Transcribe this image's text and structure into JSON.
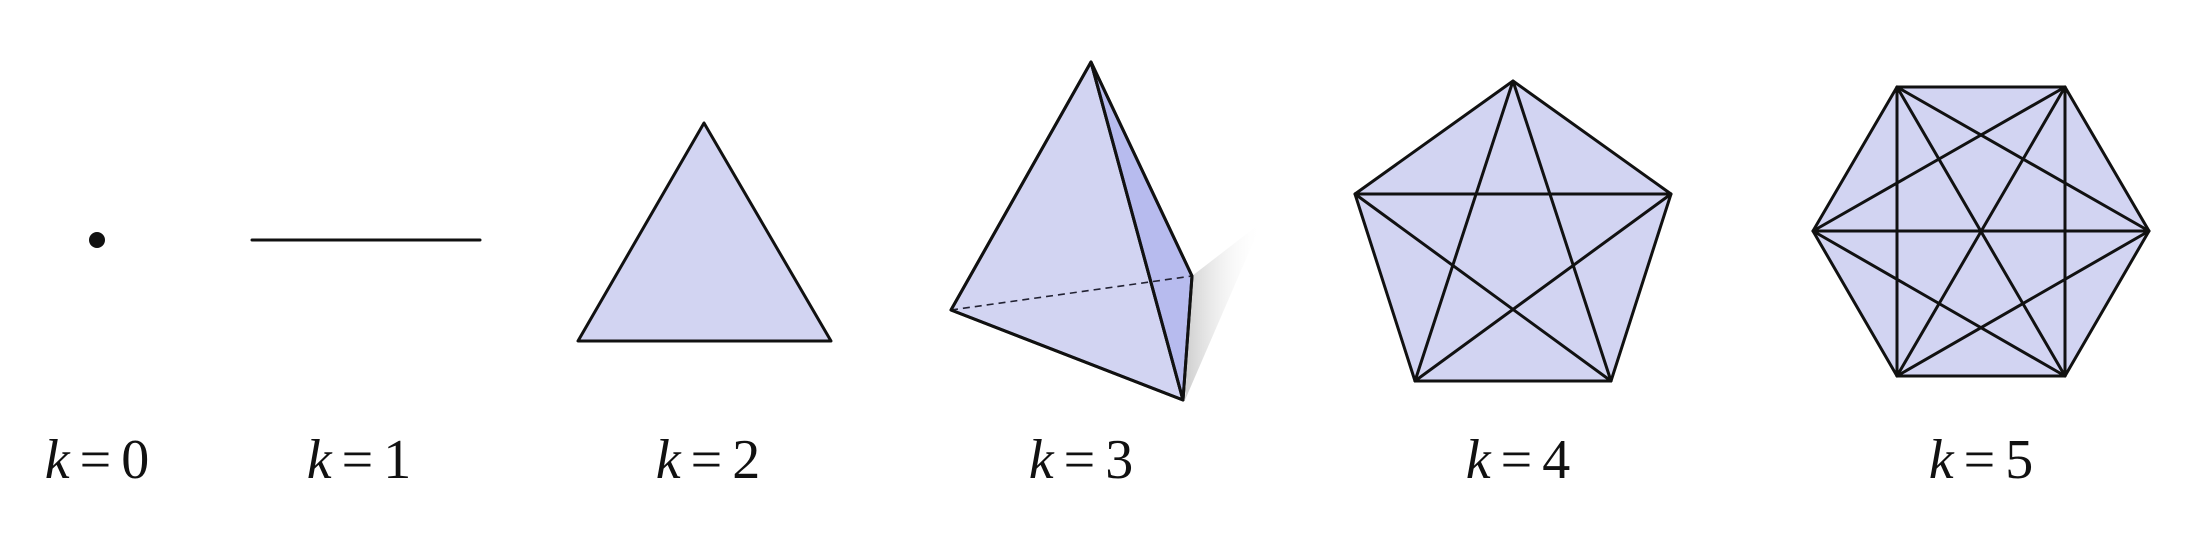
{
  "figure": {
    "labels": [
      {
        "var": "k",
        "eq": "=",
        "num": "0"
      },
      {
        "var": "k",
        "eq": "=",
        "num": "1"
      },
      {
        "var": "k",
        "eq": "=",
        "num": "2"
      },
      {
        "var": "k",
        "eq": "=",
        "num": "3"
      },
      {
        "var": "k",
        "eq": "=",
        "num": "4"
      },
      {
        "var": "k",
        "eq": "=",
        "num": "5"
      }
    ],
    "colors": {
      "face": "#d2d4f2",
      "face_shaded": "#b7bbee",
      "edge": "#111111"
    }
  }
}
